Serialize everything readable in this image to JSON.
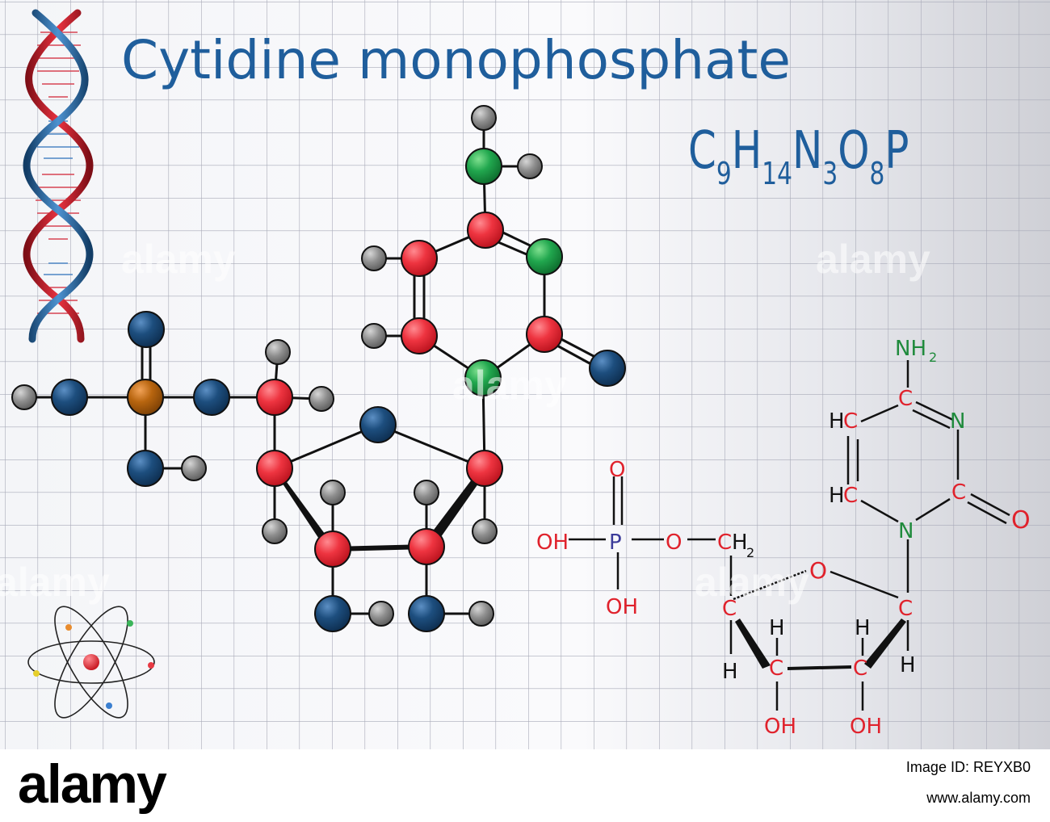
{
  "title": "Cytidine monophosphate",
  "formula": {
    "parts": [
      {
        "text": "C",
        "sub": "9"
      },
      {
        "text": "H",
        "sub": "14"
      },
      {
        "text": "N",
        "sub": "3"
      },
      {
        "text": "O",
        "sub": "8"
      },
      {
        "text": "P",
        "sub": ""
      }
    ]
  },
  "watermark": "alamy",
  "colors": {
    "title": "#1f5e9c",
    "carbon_ball": "#e8323f",
    "nitrogen_ball": "#1f9a4a",
    "oxygen_ball": "#1d4e7e",
    "hydrogen_ball": "#8e8e8e",
    "phosphorus_ball": "#b8650f",
    "label_carbon": "#e0222c",
    "label_nitrogen": "#1f8a3c",
    "label_oxygen": "#e0222c",
    "label_phosphorus": "#3b3b9a",
    "label_hydrogen": "#111111"
  },
  "structural_labels": {
    "nh2": "NH",
    "nh2_sub": "2",
    "c4": "C",
    "n3": "N",
    "hc5": "H",
    "hc5_c": "C",
    "hc6": "H",
    "hc6_c": "C",
    "c2": "C",
    "o_carbonyl": "O",
    "n1": "N",
    "p_oh_top": "O",
    "p": "P",
    "p_o": "O",
    "p_oh_left": "OH",
    "p_oh_bottom": "OH",
    "ch2_c": "C",
    "ch2_h": "H",
    "ch2_sub": "2",
    "ring_o": "O",
    "c4p": "C",
    "c1p": "C",
    "c3p": "C",
    "c2p": "C",
    "h_c4p": "H",
    "h_c1p": "H",
    "h_c3p": "H",
    "h_c2p": "H",
    "oh_c3p": "OH",
    "oh_c2p": "OH"
  },
  "footer": {
    "brand": "alamy",
    "image_id": "Image ID: REYXB0",
    "site": "www.alamy.com"
  }
}
